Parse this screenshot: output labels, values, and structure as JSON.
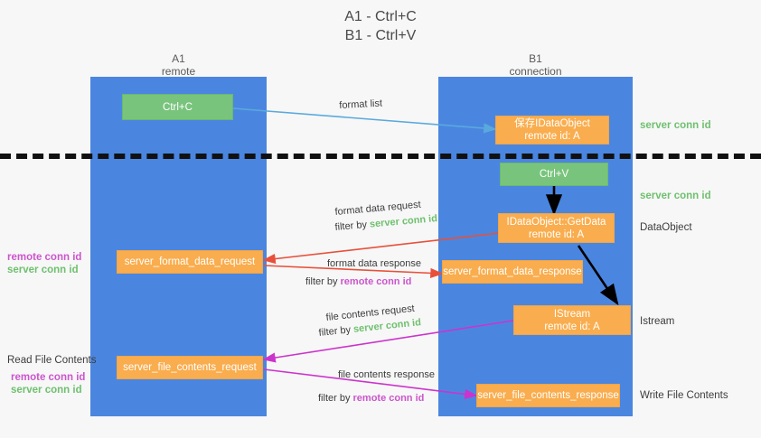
{
  "title": {
    "line1": "A1 - Ctrl+C",
    "line2": "B1 - Ctrl+V"
  },
  "columns": [
    {
      "name": "A1",
      "sub": "remote"
    },
    {
      "name": "B1",
      "sub": "connection"
    }
  ],
  "nodes": {
    "ctrl_c": "Ctrl+C",
    "ctrl_v": "Ctrl+V",
    "save_idataobject_l1": "保存IDataObject",
    "save_idataobject_l2": "remote id: A",
    "getdata_l1": "IDataObject::GetData",
    "getdata_l2": "remote id: A",
    "istream_l1": "IStream",
    "istream_l2": "remote id: A",
    "server_format_data_request": "server_format_data_request",
    "server_format_data_response": "server_format_data_response",
    "server_file_contents_request": "server_file_contents_request",
    "server_file_contents_response": "server_file_contents_response"
  },
  "side_labels": {
    "server_conn_id_top": "server conn id",
    "server_conn_id_mid": "server conn id",
    "dataobject": "DataObject",
    "istream": "Istream",
    "write_file_contents": "Write File Contents",
    "read_file_contents": "Read File Contents",
    "remote_conn_id": "remote conn id",
    "server_conn_id": "server conn id"
  },
  "edges": [
    {
      "id": "format-list",
      "text": "format list"
    },
    {
      "id": "format-data-request",
      "text": "format data request"
    },
    {
      "id": "format-data-request-filter",
      "prefix": "filter by ",
      "token": "server conn id",
      "token_kind": "server"
    },
    {
      "id": "format-data-response",
      "text": "format data response"
    },
    {
      "id": "format-data-response-filter",
      "prefix": "filter by ",
      "token": "remote conn id",
      "token_kind": "remote"
    },
    {
      "id": "file-contents-request",
      "text": "file contents request"
    },
    {
      "id": "file-contents-request-filter",
      "prefix": "filter by ",
      "token": "server conn id",
      "token_kind": "server"
    },
    {
      "id": "file-contents-response",
      "text": "file contents response"
    },
    {
      "id": "file-contents-response-filter",
      "prefix": "filter by ",
      "token": "remote conn id",
      "token_kind": "remote"
    }
  ],
  "colors": {
    "lane": "#4a86e0",
    "green_node": "#79c47d",
    "orange_node": "#f9ad4e",
    "server_conn": "#6fc06f",
    "remote_conn": "#cc55cc",
    "blue_arrow": "#5aa9dd",
    "red_arrow": "#e8503a",
    "magenta_arrow": "#cc33cc",
    "black_arrow": "#000000",
    "divider": "#111111",
    "background": "#f7f7f7"
  }
}
